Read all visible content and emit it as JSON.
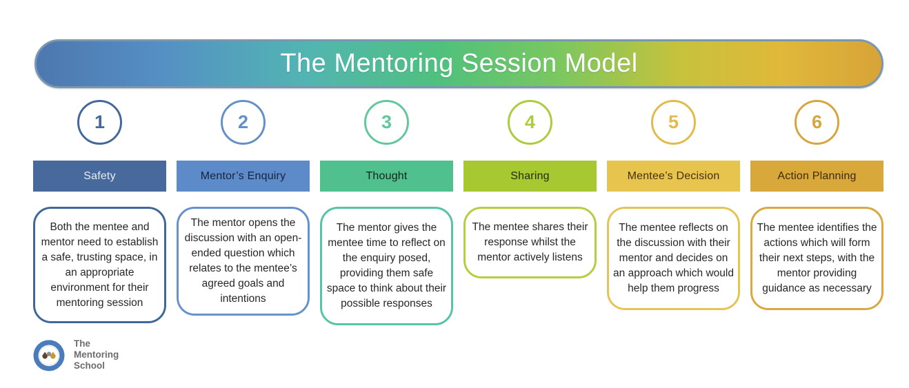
{
  "title": "The Mentoring Session Model",
  "banner": {
    "gradient": [
      "#4d77af 0%",
      "#5590c4 15%",
      "#52b5b2 32%",
      "#50c17c 48%",
      "#7cc75f 62%",
      "#c6c23c 76%",
      "#e0b83a 88%",
      "#d7a438 100%"
    ],
    "border_color": "#7b96af",
    "text_color": "#fbfdff"
  },
  "steps": [
    {
      "number": "1",
      "label": "Safety",
      "description": "Both the mentee and mentor need to establish a safe, trusting space, in an appropriate environment for their mentoring session",
      "colors": {
        "circle": "#44689b",
        "header_bg": "#47699c",
        "header_text": "#e9eef6",
        "box_border": "#3f689a"
      }
    },
    {
      "number": "2",
      "label": "Mentor’s Enquiry",
      "description": "The mentor opens the discussion with an open-ended question which relates to the mentee’s agreed goals and intentions",
      "colors": {
        "circle": "#6490c8",
        "header_bg": "#5d8bc9",
        "header_text": "#16233e",
        "box_border": "#6592cc"
      }
    },
    {
      "number": "3",
      "label": "Thought",
      "description": "The mentor gives the mentee time to reflect on the enquiry posed, providing them safe space to think about their possible responses",
      "colors": {
        "circle": "#63c79e",
        "header_bg": "#50c08f",
        "header_text": "#0e241b",
        "box_border": "#55c4a5"
      }
    },
    {
      "number": "4",
      "label": "Sharing",
      "description": "The mentee shares their response whilst the mentor actively listens",
      "colors": {
        "circle": "#adcb3e",
        "header_bg": "#a8c831",
        "header_text": "#222b06",
        "box_border": "#b7cd40"
      }
    },
    {
      "number": "5",
      "label": "Mentee’s Decision",
      "description": "The mentee reflects on the discussion with their mentor and decides on an approach which would help them progress",
      "colors": {
        "circle": "#e3bb4a",
        "header_bg": "#e7c44d",
        "header_text": "#43310a",
        "box_border": "#e5c455"
      }
    },
    {
      "number": "6",
      "label": "Action Planning",
      "description": "The mentee identifies the actions which will form their next steps, with the mentor providing  guidance as necessary",
      "colors": {
        "circle": "#d6a53f",
        "header_bg": "#d9a83a",
        "header_text": "#3c2a06",
        "box_border": "#d9a843"
      }
    }
  ],
  "logo": {
    "lines": [
      "The",
      "Mentoring",
      "School"
    ],
    "wreath_color": "#4a7cbc",
    "text_color": "#6b6c70"
  }
}
